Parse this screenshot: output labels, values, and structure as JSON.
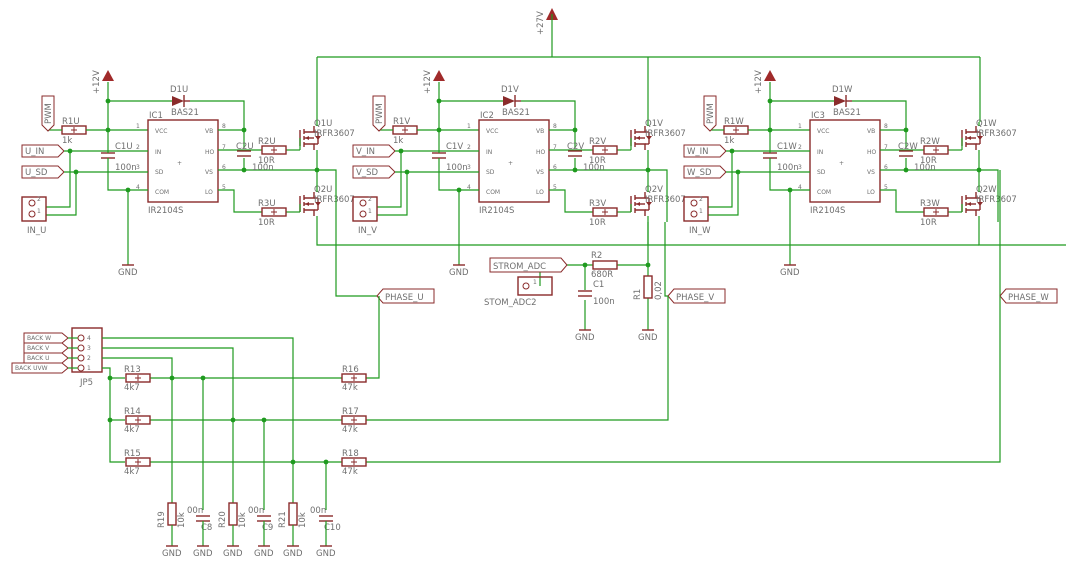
{
  "supplies": {
    "v27": "+27V",
    "v12": "+12V",
    "gnd": "GND"
  },
  "phases": [
    {
      "ic": "IC1",
      "ic_type": "IR2104S",
      "diode": "D1U",
      "diode_type": "BAS21",
      "r_in": "R1U",
      "r_in_val": "1k",
      "c_sup": "C1U",
      "c_sup_val": "100n",
      "c_boot": "C2U",
      "c_boot_val": "100n",
      "r_hi": "R2U",
      "r_hi_val": "10R",
      "r_lo": "R3U",
      "r_lo_val": "10R",
      "q_hi": "Q1U",
      "q_lo": "Q2U",
      "q_type": "IRFR3607",
      "in_flag": "U_IN",
      "sd_flag": "U_SD",
      "conn": "IN_U",
      "pwm": "PWM",
      "phase_flag": "PHASE_U"
    },
    {
      "ic": "IC2",
      "ic_type": "IR2104S",
      "diode": "D1V",
      "diode_type": "BAS21",
      "r_in": "R1V",
      "r_in_val": "1k",
      "c_sup": "C1V",
      "c_sup_val": "100n",
      "c_boot": "C2V",
      "c_boot_val": "100n",
      "r_hi": "R2V",
      "r_hi_val": "10R",
      "r_lo": "R3V",
      "r_lo_val": "10R",
      "q_hi": "Q1V",
      "q_lo": "Q2V",
      "q_type": "IRFR3607",
      "in_flag": "V_IN",
      "sd_flag": "V_SD",
      "conn": "IN_V",
      "pwm": "PWM",
      "phase_flag": "PHASE_V"
    },
    {
      "ic": "IC3",
      "ic_type": "IR2104S",
      "diode": "D1W",
      "diode_type": "BAS21",
      "r_in": "R1W",
      "r_in_val": "1k",
      "c_sup": "C1W",
      "c_sup_val": "100n",
      "c_boot": "C2W",
      "c_boot_val": "100n",
      "r_hi": "R2W",
      "r_hi_val": "10R",
      "r_lo": "R3W",
      "r_lo_val": "10R",
      "q_hi": "Q1W",
      "q_lo": "Q2W",
      "q_type": "IRFR3607",
      "in_flag": "W_IN",
      "sd_flag": "W_SD",
      "conn": "IN_W",
      "pwm": "PWM",
      "phase_flag": "PHASE_W"
    }
  ],
  "ic_pins": {
    "vcc": "VCC",
    "in": "IN",
    "sd": "SD",
    "com": "COM",
    "vb": "VB",
    "ho": "HO",
    "vs": "VS",
    "lo": "LO",
    "n1": "1",
    "n2": "2",
    "n3": "3",
    "n4": "4",
    "n5": "5",
    "n6": "6",
    "n7": "7",
    "n8": "8"
  },
  "current_sense": {
    "flag": "STROM_ADC",
    "conn": "STOM_ADC2",
    "r2": "R2",
    "r2_val": "680R",
    "c1": "C1",
    "c1_val": "100n",
    "r1": "R1",
    "r1_val": "0,02"
  },
  "back_emf": {
    "conn": "JP5",
    "flags": [
      "BACK W",
      "BACK V",
      "BACK U",
      "BACK UVW"
    ],
    "pins": [
      "4",
      "3",
      "2",
      "1"
    ],
    "rows": [
      {
        "r_gnd": "R13",
        "r_gnd_val": "4k7",
        "r_ser": "R16",
        "r_ser_val": "47k"
      },
      {
        "r_gnd": "R14",
        "r_gnd_val": "4k7",
        "r_ser": "R17",
        "r_ser_val": "47k"
      },
      {
        "r_gnd": "R15",
        "r_gnd_val": "4k7",
        "r_ser": "R18",
        "r_ser_val": "47k"
      }
    ],
    "bottom": [
      {
        "r": "R19",
        "r_val": "10k",
        "c": "C8",
        "c_val": "00n"
      },
      {
        "r": "R20",
        "r_val": "10k",
        "c": "C9",
        "c_val": "00n"
      },
      {
        "r": "R21",
        "r_val": "10k",
        "c": "C10",
        "c_val": "00n"
      }
    ]
  },
  "colors": {
    "wire": "#1f9a1f",
    "component": "#8a2b2b",
    "text": "#6f6f6f",
    "background": "#ffffff"
  }
}
